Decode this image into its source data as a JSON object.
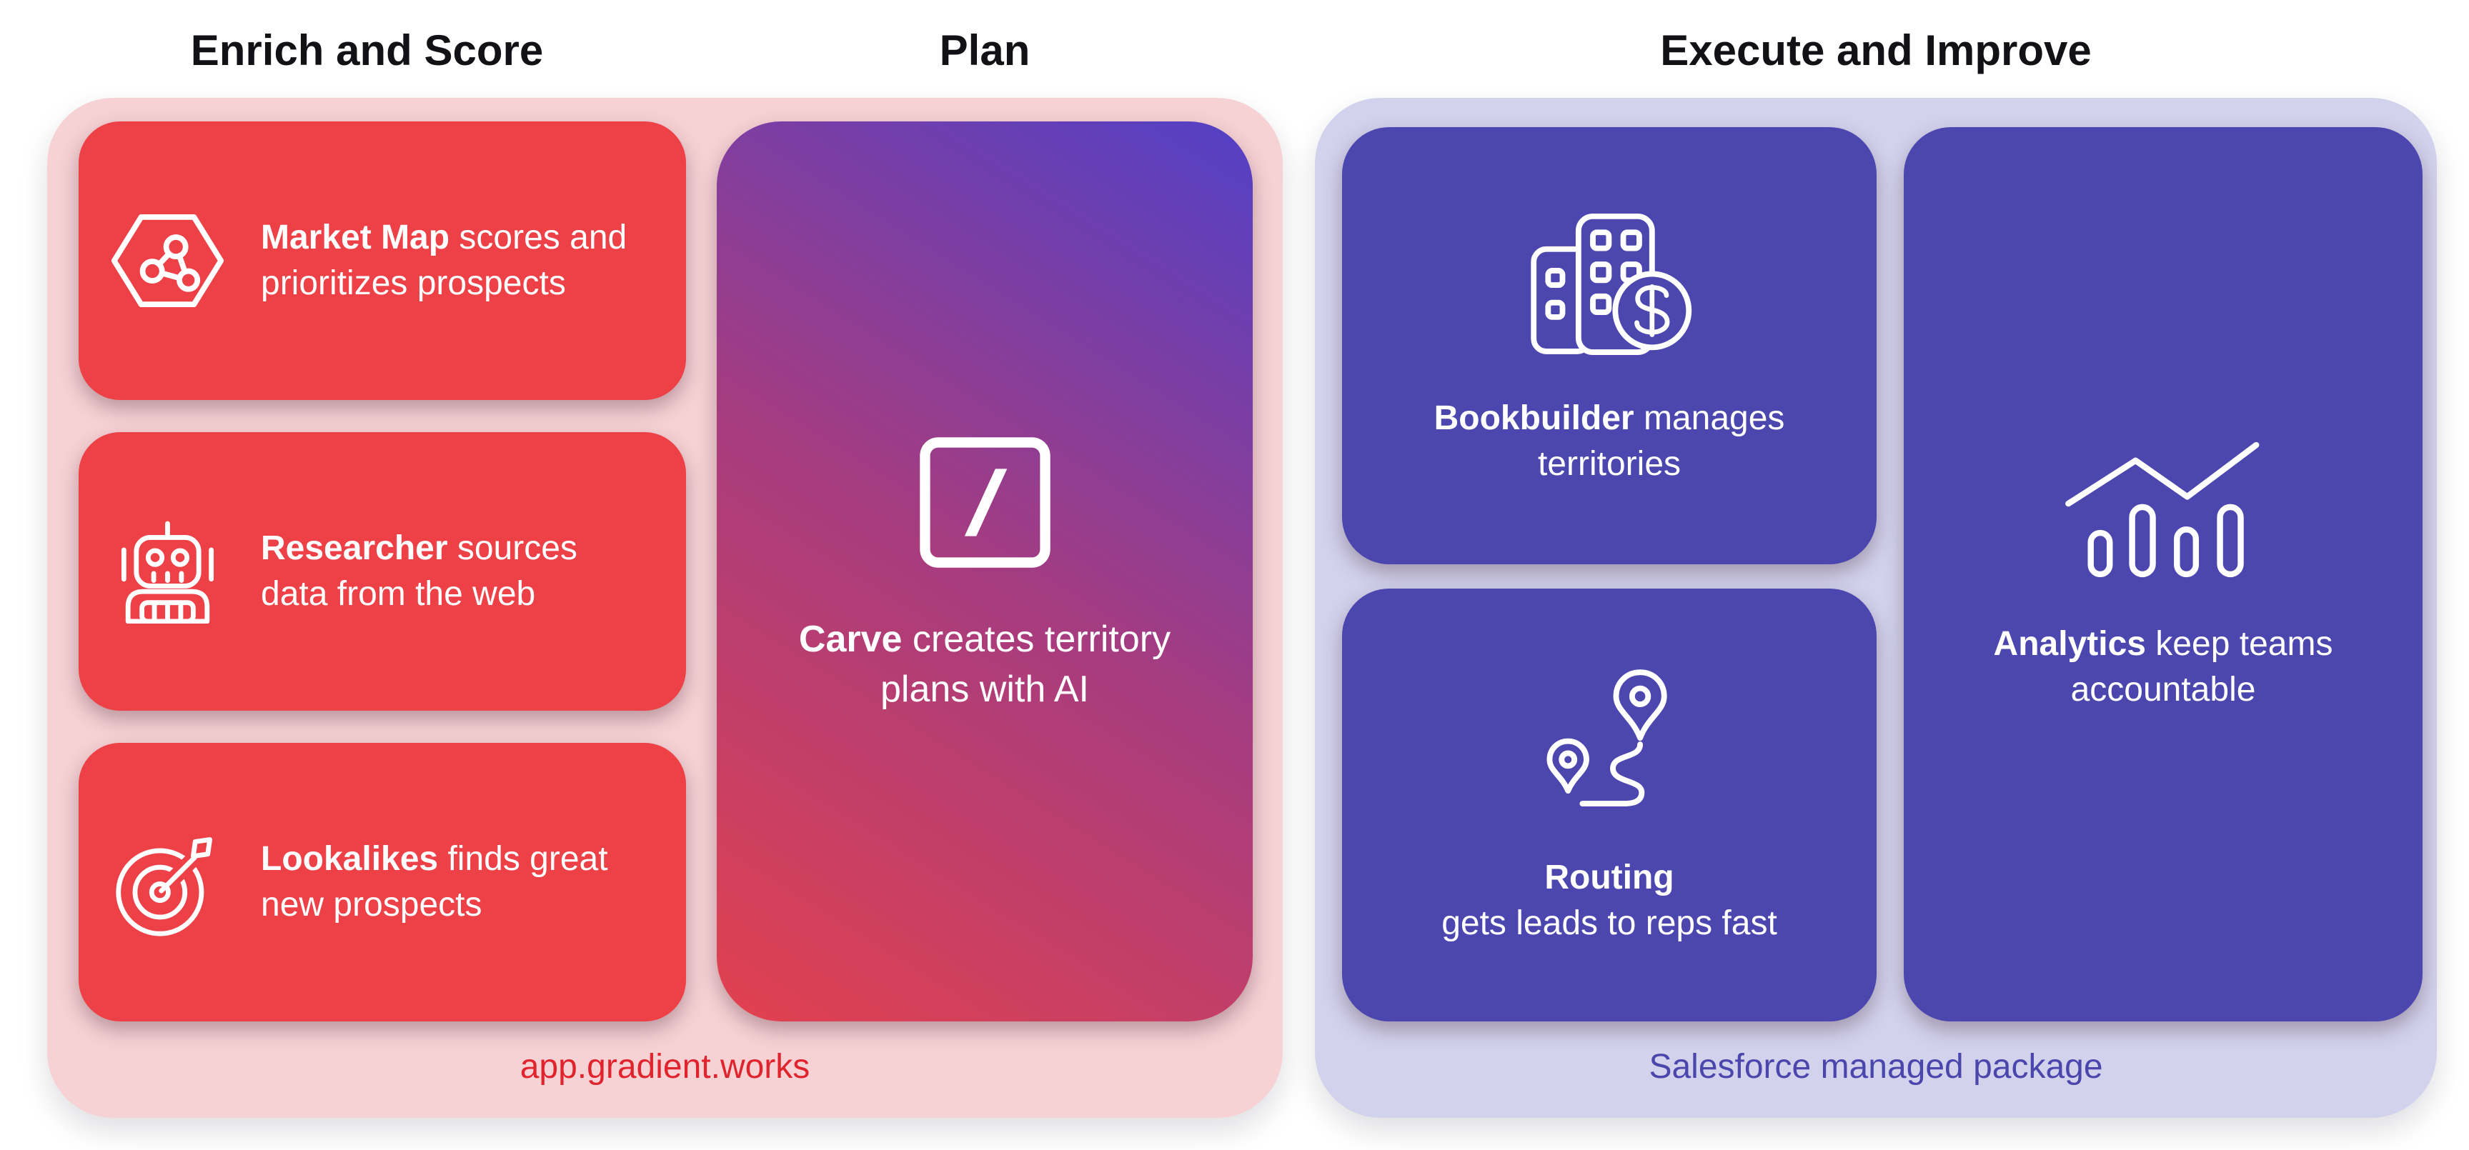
{
  "headers": {
    "enrich": "Enrich and Score",
    "plan": "Plan",
    "execute": "Execute and Improve"
  },
  "colors": {
    "page_bg": "#FFFFFF",
    "header_text": "#121216",
    "pink_bg": "#F7D2D5",
    "red_card": "#EE4147",
    "red_text": "#E0242E",
    "lavender_bg": "#D3D2ED",
    "indigo_card": "#4B47AE",
    "indigo_text": "#4A46AC",
    "carve_from": "#E2414E",
    "carve_mid": "#A63C80",
    "carve_to": "#5240C6",
    "icon_stroke": "#FFFFFF"
  },
  "left_group": {
    "footer": "app.gradient.works",
    "cards": [
      {
        "icon": "hexagon-molecule-icon",
        "bold": "Market Map",
        "rest": " scores and prioritizes prospects"
      },
      {
        "icon": "robot-icon",
        "bold": "Researcher",
        "rest": " sources data from the web"
      },
      {
        "icon": "target-dart-icon",
        "bold": "Lookalikes",
        "rest": " finds great new prospects"
      }
    ]
  },
  "plan_card": {
    "icon": "carve-logo-icon",
    "bold": "Carve",
    "rest": " creates territory plans with AI"
  },
  "right_group": {
    "footer": "Salesforce managed package",
    "cards": [
      {
        "icon": "buildings-dollar-icon",
        "bold": "Bookbuilder",
        "rest": " manages territories"
      },
      {
        "icon": "route-pins-icon",
        "bold": "Routing",
        "rest": "gets leads to reps fast"
      },
      {
        "icon": "bar-chart-icon",
        "bold": "Analytics",
        "rest": " keep teams accountable"
      }
    ]
  }
}
